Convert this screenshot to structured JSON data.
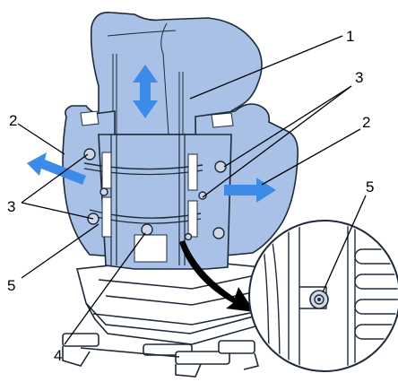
{
  "colors": {
    "panel_fill": "#a9c1e6",
    "panel_stroke": "#1e2a3a",
    "arrow": "#3d8be8",
    "line": "#000000",
    "background": "#ffffff"
  },
  "callouts": [
    {
      "id": "c1a",
      "label": "1"
    },
    {
      "id": "c2a",
      "label": "2"
    },
    {
      "id": "c3a",
      "label": "3"
    },
    {
      "id": "c2b",
      "label": "2"
    },
    {
      "id": "c3b",
      "label": "3"
    },
    {
      "id": "c5a",
      "label": "5"
    },
    {
      "id": "c5b",
      "label": "5"
    },
    {
      "id": "c4a",
      "label": "4"
    }
  ],
  "icons": {
    "arrow_vertical": "double-vertical-arrow-icon",
    "arrow_left": "left-arrow-icon",
    "arrow_right": "right-arrow-icon",
    "detail_magnifier": "magnifier-circle-icon"
  }
}
